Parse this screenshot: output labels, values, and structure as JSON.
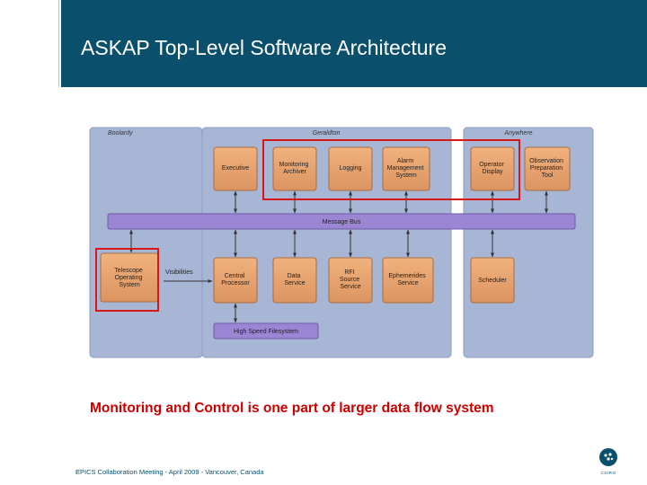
{
  "title": "ASKAP Top-Level Software Architecture",
  "caption": "Monitoring and Control is one part of larger data flow system",
  "footer": "EPICS Collaboration Meeting - April 2009 - Vancouver, Canada",
  "logo_text": "CSIRO",
  "colors": {
    "header": "#0a4f6b",
    "region": "#a8b6d6",
    "region_border": "#8c9cc2",
    "component": "#e8a06a",
    "component_border": "#a86c3e",
    "bus": "#9a86d2",
    "highlight": "#d81818",
    "caption": "#cc0000"
  },
  "diagram": {
    "regions": {
      "boolardy": "Boolardy",
      "geraldton": "Geraldton",
      "anywhere": "Anywhere"
    },
    "top_row": [
      {
        "id": "executive",
        "label": [
          "Executive"
        ]
      },
      {
        "id": "monitoring-archiver",
        "label": [
          "Monitoring",
          "Archiver"
        ]
      },
      {
        "id": "logging",
        "label": [
          "Logging"
        ]
      },
      {
        "id": "alarm-management-system",
        "label": [
          "Alarm",
          "Management",
          "System"
        ]
      },
      {
        "id": "operator-display",
        "label": [
          "Operator",
          "Display"
        ]
      },
      {
        "id": "observation-preparation-tool",
        "label": [
          "Observation",
          "Preparation",
          "Tool"
        ]
      }
    ],
    "message_bus": "Message Bus",
    "bottom_row": [
      {
        "id": "telescope-operating-system",
        "label": [
          "Telescope",
          "Operating",
          "System"
        ]
      },
      {
        "id": "central-processor",
        "label": [
          "Central",
          "Processor"
        ]
      },
      {
        "id": "data-service",
        "label": [
          "Data",
          "Service"
        ]
      },
      {
        "id": "rfi-source-service",
        "label": [
          "RFI",
          "Source",
          "Service"
        ]
      },
      {
        "id": "ephemerides-service",
        "label": [
          "Ephemerides",
          "Service"
        ]
      },
      {
        "id": "scheduler",
        "label": [
          "Scheduler"
        ]
      }
    ],
    "visibilities": "Visibilities",
    "filesystem": "High Speed Filesystem"
  }
}
